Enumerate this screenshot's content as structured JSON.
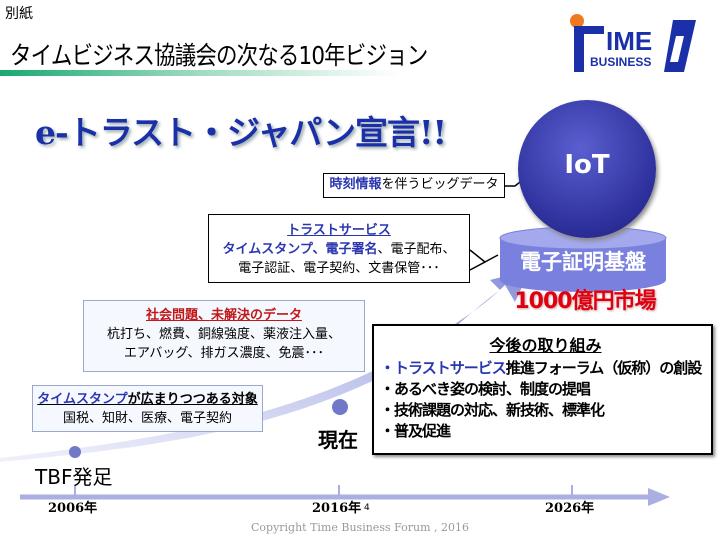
{
  "header": {
    "memo": "別紙",
    "title": "タイムビジネス協議会の次なる10年ビジョン",
    "logo_text": "TIME BUSINESS"
  },
  "declaration": "e-トラスト・ジャパン宣言!!",
  "iot": "IoT",
  "platform": "電子証明基盤",
  "market": "1000億円市場",
  "bigdata": {
    "highlight": "時刻情報",
    "rest": "を伴うビッグデータ"
  },
  "trust": {
    "heading": "トラストサービス",
    "line1_highlight": "タイムスタンプ、電子署名",
    "line1_rest": "、電子配布、",
    "line2": "電子認証、電子契約、文書保管･･･"
  },
  "social": {
    "heading": "社会問題、未解決のデータ",
    "line1": "杭打ち、燃費、銅線強度、薬液注入量、",
    "line2": "エアバッグ、排ガス濃度、免震･･･"
  },
  "timestamp": {
    "heading_highlight": "タイムスタンプ",
    "heading_rest": "が広まりつつある対象",
    "line1": "国税、知財、医療、電子契約"
  },
  "future": {
    "heading": "今後の取り組み",
    "item1_highlight": "・トラストサービス",
    "item1_rest": "推進フォーラム（仮称）の創設",
    "items": [
      "・あるべき姿の検討、制度の提唱",
      "・技術課題の対応、新技術、標準化",
      "・普及促進"
    ]
  },
  "milestones": {
    "now": "現在",
    "start": "TBF発足"
  },
  "timeline": {
    "years": [
      "2006年",
      "2016年",
      "2026年"
    ]
  },
  "page_number": "4",
  "copyright": "Copyright Time Business Forum , 2016",
  "colors": {
    "accent_blue": "#2a36b0",
    "red": "#e00010",
    "title_line": "#1aa870"
  }
}
